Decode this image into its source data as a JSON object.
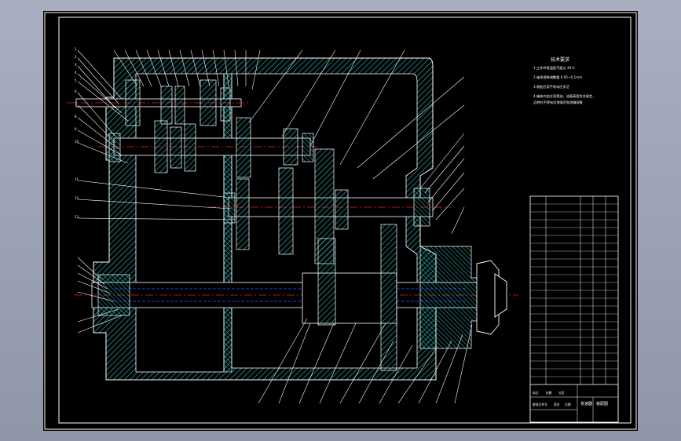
{
  "drawing": {
    "sheet_color": "#000000",
    "frame_color": "#ffffff",
    "housing_color": "#2ec4c4",
    "gear_color": "#2ec4c4",
    "centerline_color": "#e02020",
    "hidden_line_color": "#3050ff",
    "leader_color": "#ffffff",
    "accent_color": "#e02020"
  },
  "tech_notes": {
    "title": "技术要求",
    "lines": [
      "1.工作环境温度不超过 40℃",
      "2.轴承游隙调整量  0.05~0.1mm",
      "3.装配后用手转动应灵活",
      "4.箱体内加注润滑油，油面高度符合规定，",
      "  运转时不得有异常噪声和渗漏现象"
    ]
  },
  "parts_table": {
    "row_count": 24,
    "bottom_labels": [
      "标记",
      "处数",
      "分区",
      "更改文件号",
      "签名",
      "日期"
    ],
    "title_block": {
      "name": "变速器",
      "drawing_no": "装配图"
    }
  }
}
